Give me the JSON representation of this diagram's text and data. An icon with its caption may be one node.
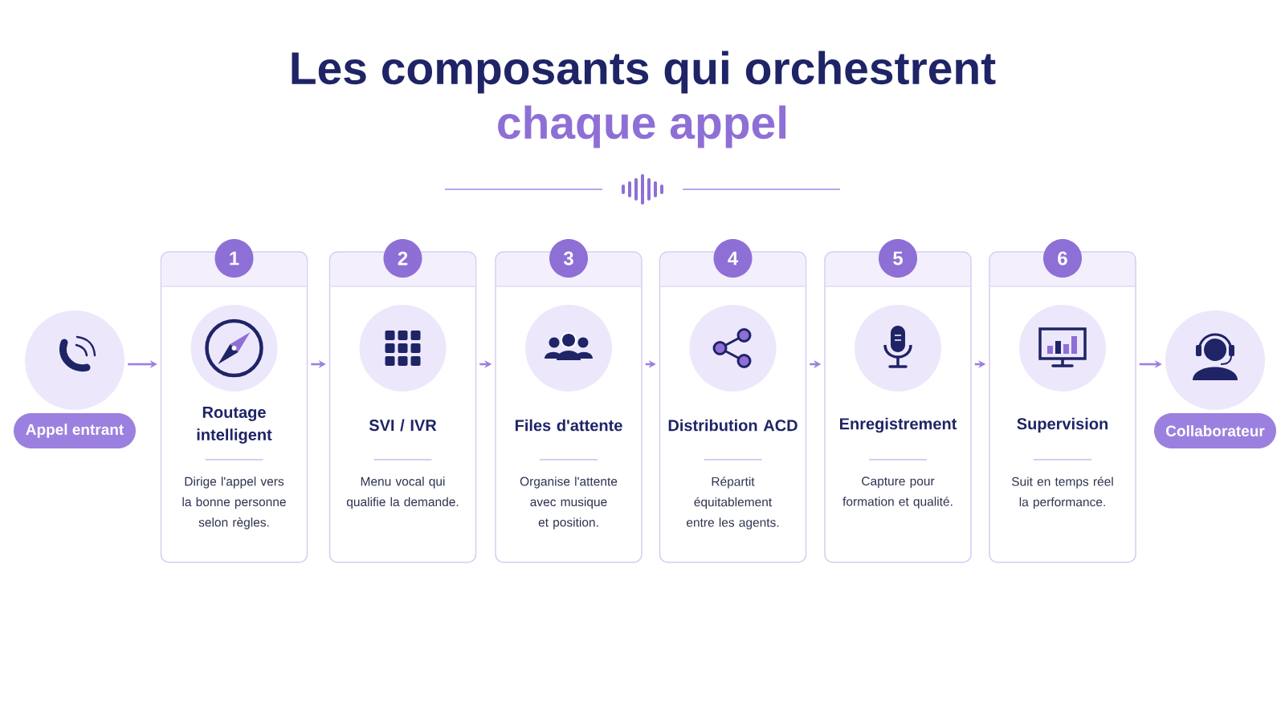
{
  "diagram": {
    "title": "Les composants qui orchestrent",
    "nodes": [
      {
        "text": [
          "Appel entrant"
        ]
      },
      {
        "text": [
          "1",
          "Routage intelligent",
          "Dirige l'appel vers la bonne personne selon règles."
        ]
      },
      {
        "text": [
          "2",
          "SVI / IVR",
          "Menu vocal qui qualifie la demande."
        ]
      },
      {
        "text": [
          "3",
          "Files d'attente",
          "Organise l'attente avec musique et position."
        ]
      },
      {
        "text": [
          "4",
          "Distribution ACD",
          "Répartit équitablement entre les agents."
        ]
      },
      {
        "text": [
          "5",
          "Enregistrement",
          "Capture pour formation et qualité."
        ]
      },
      {
        "text": [
          "6",
          "Supervision",
          "Suit en temps réel la performance."
        ]
      },
      {
        "text": [
          "Collaborateur"
        ]
      }
    ],
    "edges": [
      {
        "from": 0,
        "to": 1,
        "arrow": "to"
      },
      {
        "from": 1,
        "to": 2,
        "arrow": "to"
      },
      {
        "from": 2,
        "to": 3,
        "arrow": "to"
      },
      {
        "from": 3,
        "to": 4,
        "arrow": "to"
      },
      {
        "from": 4,
        "to": 5,
        "arrow": "to"
      },
      {
        "from": 5,
        "to": 6,
        "arrow": "to"
      },
      {
        "from": 6,
        "to": 7,
        "arrow": "to"
      }
    ],
    "labels": [
      "chaque appel"
    ]
  }
}
